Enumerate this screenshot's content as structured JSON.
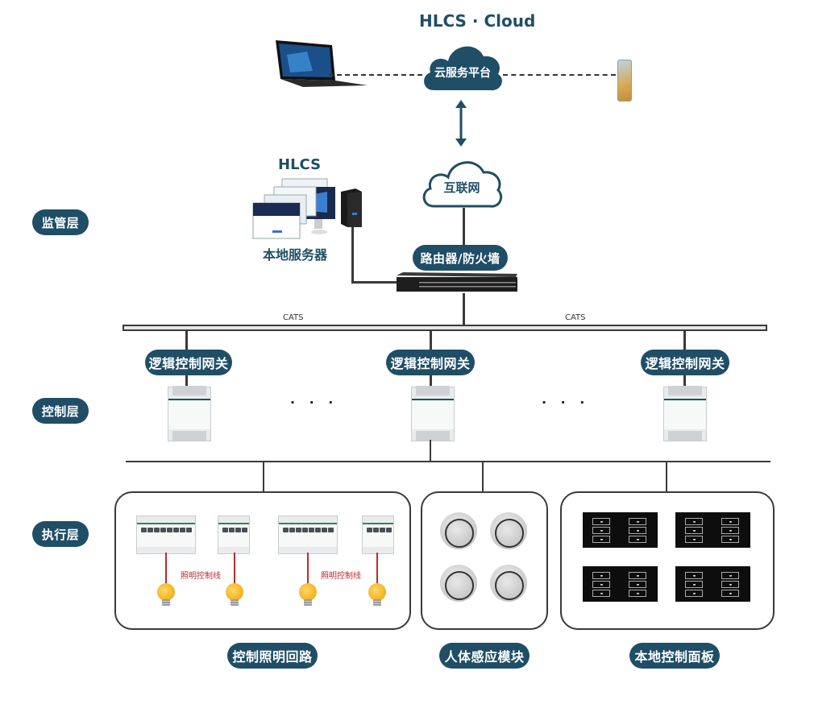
{
  "cloud": {
    "title": "HLCS · Cloud",
    "platform_label": "云服务平台",
    "internet_label": "互联网"
  },
  "local": {
    "title": "HLCS",
    "server_label": "本地服务器",
    "router_label": "路由器/防火墙"
  },
  "layers": [
    {
      "label": "监管层"
    },
    {
      "label": "控制层"
    },
    {
      "label": "执行层"
    }
  ],
  "bus": {
    "left_label": "CATS",
    "right_label": "CATS"
  },
  "gateways": [
    {
      "label": "逻辑控制网关"
    },
    {
      "label": "逻辑控制网关"
    },
    {
      "label": "逻辑控制网关"
    }
  ],
  "ellipsis": "· · ·",
  "groups": [
    {
      "label": "控制照明回路",
      "wire_label_1": "照明控制线",
      "wire_label_2": "照明控制线"
    },
    {
      "label": "人体感应模块"
    },
    {
      "label": "本地控制面板"
    }
  ],
  "colors": {
    "accent": "#1f4e66",
    "line": "#3a3a3a",
    "control_wire": "#c0282d",
    "bulb": "#f1b21d"
  }
}
